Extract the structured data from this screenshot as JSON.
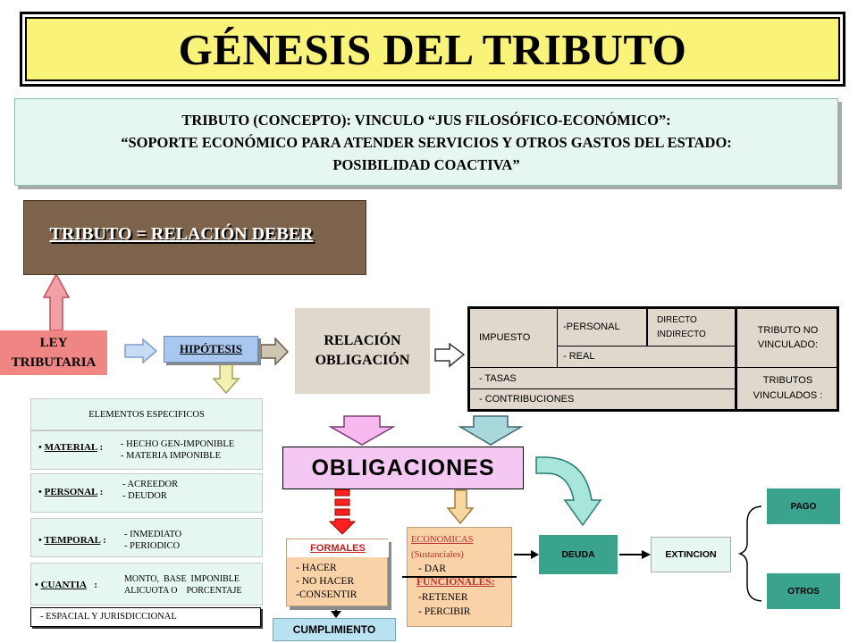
{
  "title": "GÉNESIS DEL TRIBUTO",
  "concept": {
    "line1": "TRIBUTO (CONCEPTO): VINCULO “JUS FILOSÓFICO-ECONÓMICO”:",
    "line2": "“SOPORTE ECONÓMICO PARA ATENDER SERVICIOS Y OTROS GASTOS DEL ESTADO:",
    "line3": "POSIBILIDAD COACTIVA”"
  },
  "relacion_deber": "TRIBUTO = RELACIÓN DEBER",
  "ley": {
    "line1": "LEY",
    "line2": "TRIBUTARIA"
  },
  "hipotesis": "HIPÓTESIS",
  "relacion_obligacion": {
    "line1": "RELACIÓN",
    "line2": "OBLIGACIÓN"
  },
  "table": {
    "impuesto": "IMPUESTO",
    "personal": "-PERSONAL",
    "real": "- REAL",
    "directo": "DIRECTO",
    "indirecto": "INDIRECTO",
    "no_vinculado_1": "TRIBUTO NO",
    "no_vinculado_2": "VINCULADO:",
    "tasas": "- TASAS",
    "contribuciones": "- CONTRIBUCIONES",
    "vinculados_1": "TRIBUTOS",
    "vinculados_2": "VINCULADOS  :"
  },
  "elementos": {
    "header": "ELEMENTOS ESPECIFICOS",
    "material": {
      "label": "MATERIAL",
      "item1": "- HECHO GEN-IMPONIBLE",
      "item2": "- MATERIA IMPONIBLE"
    },
    "personal": {
      "label": "PERSONAL",
      "item1": "- ACREEDOR",
      "item2": "- DEUDOR"
    },
    "temporal": {
      "label": "TEMPORAL",
      "item1": "- INMEDIATO",
      "item2": "- PERIODICO"
    },
    "cuantia": {
      "label": "CUANTIA",
      "item1": "MONTO,  BASE  IMPONIBLE",
      "item2": "ALICUOTA O    PORCENTAJE"
    },
    "espacial": "- ESPACIAL Y JURISDICCIONAL"
  },
  "obligaciones": "OBLIGACIONES",
  "formales": {
    "header": "FORMALES",
    "item1": "- HACER",
    "item2": "- NO HACER",
    "item3": "-CONSENTIR"
  },
  "cumplimiento": "CUMPLIMIENTO",
  "economicas": {
    "header": "ECONOMICAS",
    "sub": "(Sustanciales)",
    "dar": "- DAR",
    "funcionales": "FUNCIONALES",
    "retener": "-RETENER",
    "percibir": "- PERCIBIR"
  },
  "deuda": "DEUDA",
  "extincion": "EXTINCION",
  "pago": "PAGO",
  "otros": "OTROS"
}
